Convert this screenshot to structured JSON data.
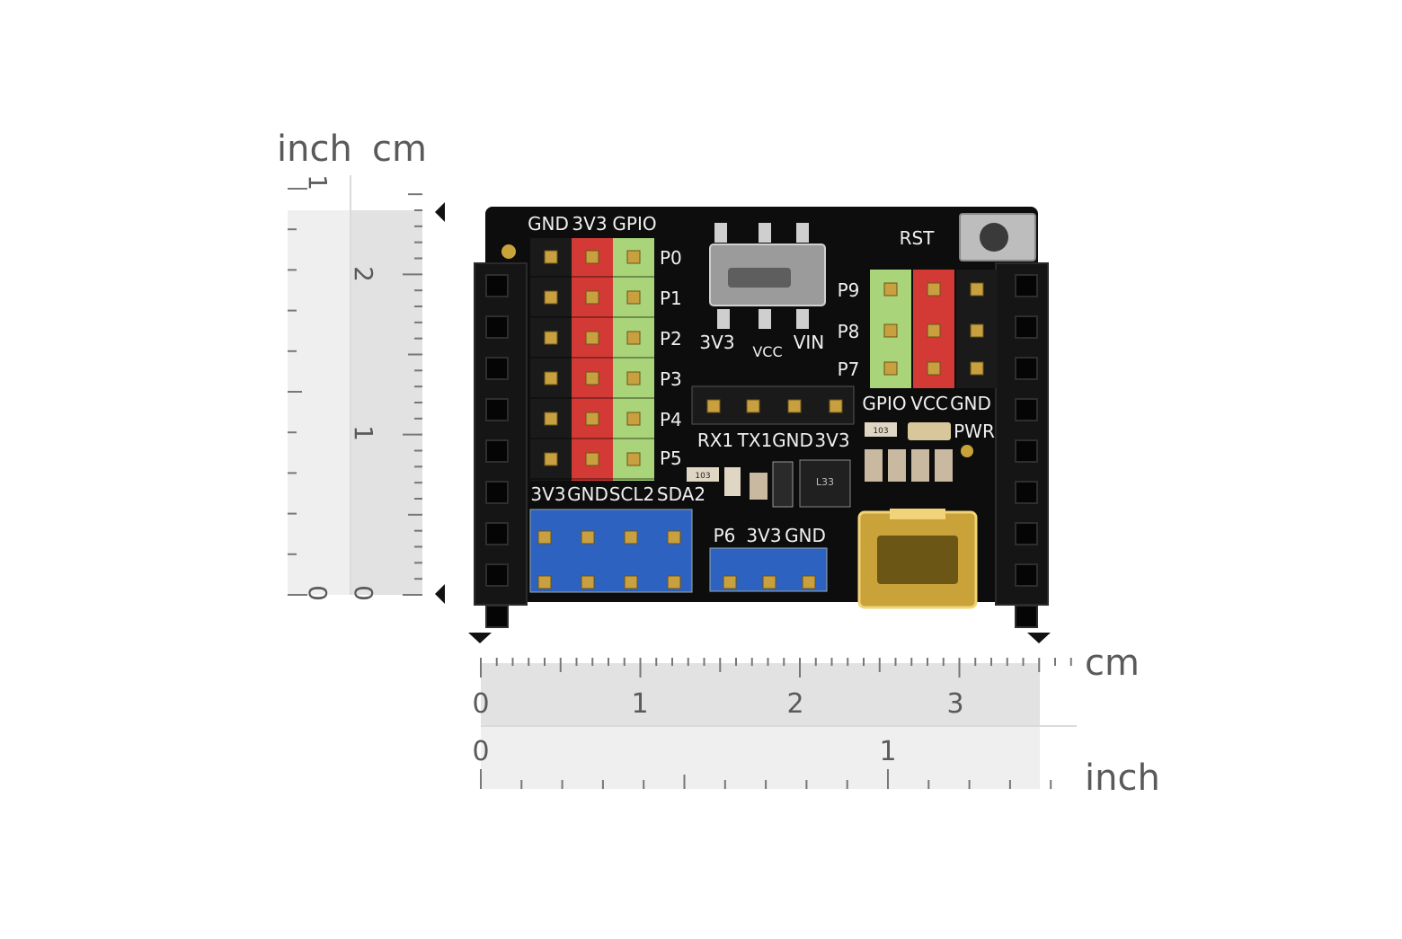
{
  "rulers": {
    "vertical": {
      "inch_label": "inch",
      "cm_label": "cm",
      "cm_ticks": [
        "2",
        "1",
        "0"
      ],
      "inch_ticks": [
        "1",
        "0"
      ]
    },
    "horizontal": {
      "cm_label": "cm",
      "inch_label": "inch",
      "cm_ticks": [
        "0",
        "1",
        "2",
        "3"
      ],
      "inch_ticks": [
        "0",
        "1"
      ]
    }
  },
  "board": {
    "header_left_top": [
      "GND",
      "3V3",
      "GPIO"
    ],
    "pins_left": [
      "P0",
      "P1",
      "P2",
      "P3",
      "P4",
      "P5"
    ],
    "header_left_bottom": [
      "3V3",
      "GND",
      "SCL2",
      "SDA2"
    ],
    "switch_labels": [
      "3V3",
      "VCC",
      "VIN"
    ],
    "reset_label": "RST",
    "pins_right": [
      "P9",
      "P8",
      "P7"
    ],
    "header_right": [
      "GPIO",
      "VCC",
      "GND"
    ],
    "uart_labels": [
      "RX1",
      "TX1",
      "GND",
      "3V3"
    ],
    "power_label": "PWR",
    "bottom_header": [
      "P6",
      "3V3",
      "GND"
    ],
    "resistor_codes": [
      "103",
      "103",
      "L33"
    ]
  },
  "colors": {
    "board": "#0d0d0d",
    "pin_black": "#1a1a1a",
    "pin_red": "#d33a35",
    "pin_green": "#a9d479",
    "pin_blue": "#2e62c0",
    "ruler_fill": "#e6e6e6",
    "ruler_text": "#5a5a5a"
  }
}
